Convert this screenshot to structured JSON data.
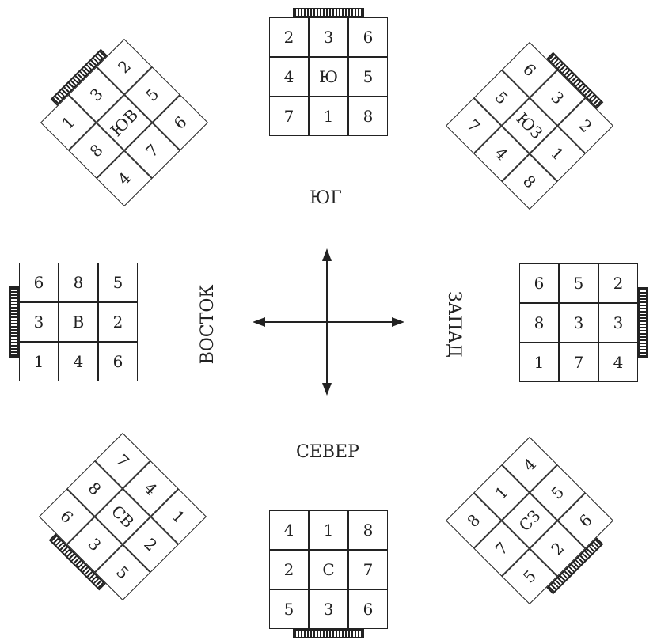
{
  "directions": {
    "south": "ЮГ",
    "north": "СЕВЕР",
    "east": "ВОСТОК",
    "west": "ЗАПАД"
  },
  "grids": {
    "south": {
      "cells": [
        "2",
        "3",
        "6",
        "4",
        "Ю",
        "5",
        "7",
        "1",
        "8"
      ]
    },
    "southeast": {
      "cells": [
        "1",
        "3",
        "2",
        "8",
        "ЮВ",
        "5",
        "4",
        "7",
        "6"
      ]
    },
    "southwest": {
      "cells": [
        "6",
        "3",
        "2",
        "5",
        "ЮЗ",
        "1",
        "7",
        "4",
        "8"
      ]
    },
    "east": {
      "cells": [
        "6",
        "8",
        "5",
        "3",
        "В",
        "2",
        "1",
        "4",
        "6"
      ]
    },
    "west": {
      "cells": [
        "6",
        "5",
        "2",
        "8",
        "3",
        "3",
        "1",
        "7",
        "4"
      ]
    },
    "northeast": {
      "cells": [
        "7",
        "4",
        "1",
        "8",
        "СВ",
        "2",
        "6",
        "3",
        "5"
      ]
    },
    "north": {
      "cells": [
        "4",
        "1",
        "8",
        "2",
        "С",
        "7",
        "5",
        "3",
        "6"
      ]
    },
    "northwest": {
      "cells": [
        "8",
        "1",
        "4",
        "7",
        "СЗ",
        "5",
        "5",
        "2",
        "6"
      ]
    }
  }
}
